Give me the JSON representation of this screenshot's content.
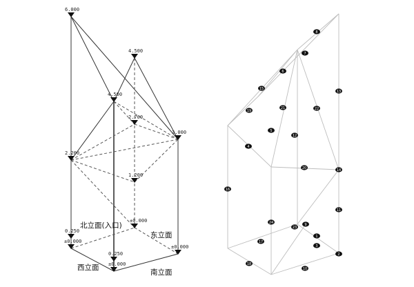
{
  "elevations": {
    "e6000": "6.000",
    "e4500_top": "4.500",
    "e4500": "4.500",
    "e2700": "2.700",
    "e3000": "3.000",
    "e2200": "2.200",
    "e1200": "1.200",
    "e0250a": "0.250",
    "e0000a": "±0.000",
    "e0000b": "±0.000",
    "e0250b": "0.250",
    "e0000c": "±0.000",
    "e0000d": "±0.000"
  },
  "faces": {
    "north": "北立面(入口)",
    "east": "东立面",
    "west": "西立面",
    "south": "南立面"
  },
  "panels": {
    "p1": "1",
    "p2": "2",
    "p3": "3",
    "p4": "4",
    "p5": "5",
    "p6": "6",
    "p7": "7",
    "p8": "8",
    "p9": "9",
    "p10": "10",
    "p11": "11",
    "p12": "12",
    "p13": "13",
    "p14": "14",
    "p15": "15",
    "p16": "16",
    "p17": "17",
    "p18": "18",
    "p19": "19",
    "p20": "20",
    "p21": "21",
    "p22": "22",
    "p23": "23",
    "p24": "24"
  }
}
